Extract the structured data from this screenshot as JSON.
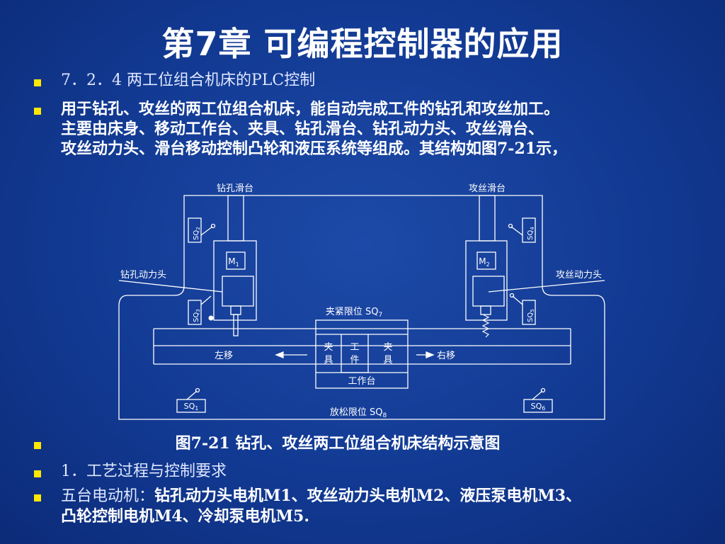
{
  "title": "第7章  可编程控制器的应用",
  "bullets": {
    "section": "7．2．4 两工位组合机床的PLC控制",
    "intro_line1": "用于钻孔、攻丝的两工位组合机床，能自动完成工件的钻孔和攻丝加工。",
    "intro_line2": "主要由床身、移动工作台、夹具、钻孔滑台、钻孔动力头、攻丝滑台、",
    "intro_line3": "攻丝动力头、滑台移动控制凸轮和液压系统等组成。其结构如图7-21示，",
    "figure_caption": "图7-21  钻孔、攻丝两工位组合机床结构示意图",
    "process_heading": "1．工艺过程与控制要求",
    "motors_prefix": "五台电动机：",
    "motors_line1": "钻孔动力头电机M1、攻丝动力头电机M2、液压泵电机M3、",
    "motors_line2": "凸轮控制电机M4、冷却泵电机M5."
  },
  "diagram": {
    "drill_slide": "钻孔滑台",
    "tap_slide": "攻丝滑台",
    "drill_head": "钻孔动力头",
    "tap_head": "攻丝动力头",
    "clamp_limit": "夹紧限位 SQ",
    "clamp_limit_sub": "7",
    "release_limit": "放松限位 SQ",
    "release_limit_sub": "8",
    "move_left": "左移",
    "move_right": "右移",
    "fixture_char1": "夹",
    "fixture_char2": "具",
    "workpiece_char1": "工",
    "workpiece_char2": "件",
    "worktable": "工作台",
    "motor1": "M",
    "motor1_sub": "1",
    "motor2": "M",
    "motor2_sub": "2",
    "sq_prefix": "SQ",
    "sq1": "1",
    "sq2": "2",
    "sq3": "3",
    "sq4": "4",
    "sq5": "5",
    "sq6": "6"
  },
  "colors": {
    "bullet": "#ffe800",
    "line": "#ffffff"
  }
}
